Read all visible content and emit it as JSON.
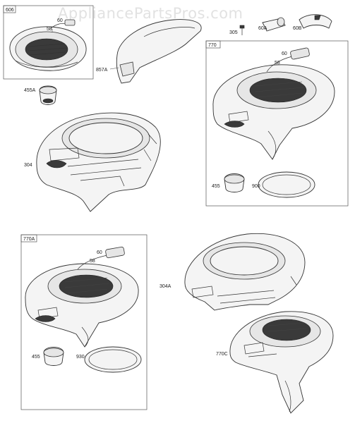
{
  "watermark": "AppliancePartsPros.com",
  "callouts": {
    "box_606": "606",
    "p58_a": "58",
    "p60_a": "60",
    "p857A": "857A",
    "p305": "305",
    "p60A": "60A",
    "p60B": "60B",
    "p455A": "455A",
    "p304": "304",
    "box_770": "770",
    "p60_b": "60",
    "p58_b": "58",
    "p455_b": "455",
    "p900": "900",
    "box_770A": "770A",
    "p60_c": "60",
    "p58_c": "58",
    "p455_c": "455",
    "p930": "930",
    "p304A": "304A",
    "p770C": "770C"
  }
}
